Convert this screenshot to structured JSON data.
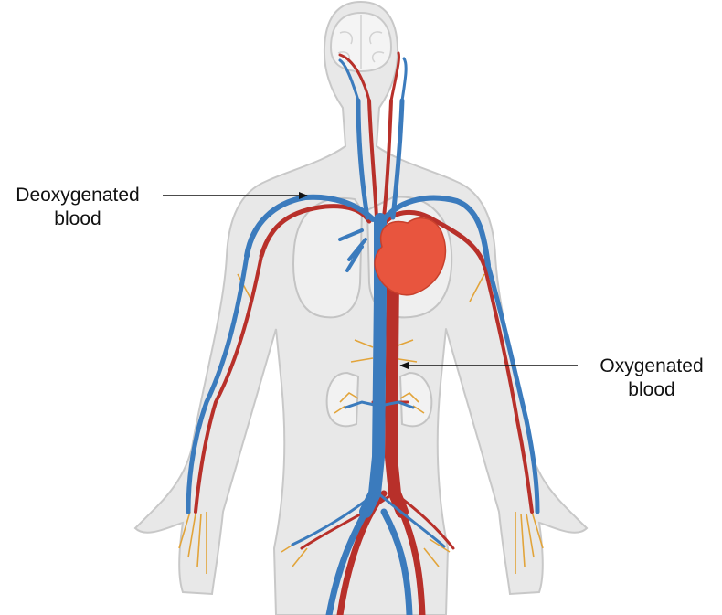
{
  "colors": {
    "background": "#ffffff",
    "body_fill": "#e8e8e8",
    "body_outline": "#c8c8c8",
    "organ_fill": "#efefef",
    "organ_outline": "#c4c4c4",
    "vein": "#3b7bbd",
    "artery": "#b8302a",
    "heart": "#e8553e",
    "capillary": "#e2a43a",
    "pointer": "#111111"
  },
  "labels": {
    "deoxygenated": {
      "line1": "Deoxygenated",
      "line2": "blood"
    },
    "oxygenated": {
      "line1": "Oxygenated",
      "line2": "blood"
    }
  },
  "icons": {
    "heart": "heart-icon",
    "lungs": "lung-outline",
    "kidneys": "kidney-outline",
    "brain": "brain-outline"
  }
}
